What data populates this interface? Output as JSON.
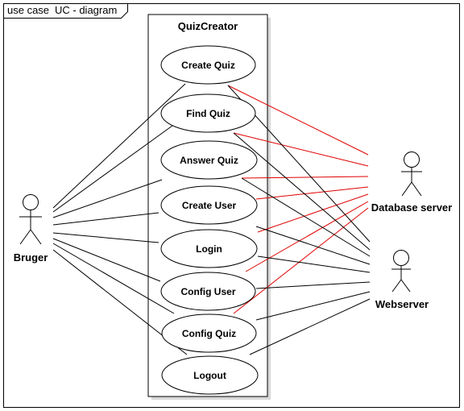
{
  "frame": {
    "keyword": "use case",
    "name": "UC - diagram"
  },
  "system": {
    "title": "QuizCreator"
  },
  "use_cases": [
    {
      "id": "create-quiz",
      "label": "Create Quiz"
    },
    {
      "id": "find-quiz",
      "label": "Find Quiz"
    },
    {
      "id": "answer-quiz",
      "label": "Answer Quiz"
    },
    {
      "id": "create-user",
      "label": "Create User"
    },
    {
      "id": "login",
      "label": "Login"
    },
    {
      "id": "config-user",
      "label": "Config User"
    },
    {
      "id": "config-quiz",
      "label": "Config Quiz"
    },
    {
      "id": "logout",
      "label": "Logout"
    }
  ],
  "actors": [
    {
      "id": "bruger",
      "label": "Bruger"
    },
    {
      "id": "database-server",
      "label": "Database server"
    },
    {
      "id": "webserver",
      "label": "Webserver"
    }
  ],
  "colors": {
    "line": "#000000",
    "database_link": "#e00000",
    "frame_fill": "#ffffff"
  },
  "associations": [
    {
      "actor": "bruger",
      "use_case": "create-quiz"
    },
    {
      "actor": "bruger",
      "use_case": "find-quiz"
    },
    {
      "actor": "bruger",
      "use_case": "answer-quiz"
    },
    {
      "actor": "bruger",
      "use_case": "create-user"
    },
    {
      "actor": "bruger",
      "use_case": "login"
    },
    {
      "actor": "bruger",
      "use_case": "config-user"
    },
    {
      "actor": "bruger",
      "use_case": "config-quiz"
    },
    {
      "actor": "bruger",
      "use_case": "logout"
    },
    {
      "actor": "database-server",
      "use_case": "create-quiz"
    },
    {
      "actor": "database-server",
      "use_case": "find-quiz"
    },
    {
      "actor": "database-server",
      "use_case": "answer-quiz"
    },
    {
      "actor": "database-server",
      "use_case": "create-user"
    },
    {
      "actor": "database-server",
      "use_case": "login"
    },
    {
      "actor": "database-server",
      "use_case": "config-user"
    },
    {
      "actor": "database-server",
      "use_case": "config-quiz"
    },
    {
      "actor": "webserver",
      "use_case": "create-quiz"
    },
    {
      "actor": "webserver",
      "use_case": "find-quiz"
    },
    {
      "actor": "webserver",
      "use_case": "answer-quiz"
    },
    {
      "actor": "webserver",
      "use_case": "create-user"
    },
    {
      "actor": "webserver",
      "use_case": "login"
    },
    {
      "actor": "webserver",
      "use_case": "config-user"
    },
    {
      "actor": "webserver",
      "use_case": "config-quiz"
    },
    {
      "actor": "webserver",
      "use_case": "logout"
    }
  ]
}
